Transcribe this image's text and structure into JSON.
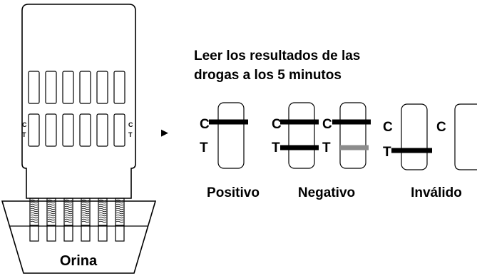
{
  "instruction": {
    "line1": "Leer los resultados de las",
    "line2": "drogas a los 5 minutos"
  },
  "device": {
    "left_c": "C",
    "left_t": "T",
    "right_c": "C",
    "right_t": "T"
  },
  "cup_label": "Orina",
  "arrow_glyph": "▶",
  "results": {
    "positivo": {
      "label": "Positivo",
      "c": "C",
      "t": "T"
    },
    "negativo": {
      "label": "Negativo",
      "c1": "C",
      "t1": "T",
      "c2": "C",
      "t2": "T"
    },
    "invalido": {
      "label": "Inválido",
      "c1": "C",
      "t1": "T",
      "c2": "C"
    }
  },
  "colors": {
    "line_dark": "#000000",
    "line_faint": "#8c8c8c"
  }
}
